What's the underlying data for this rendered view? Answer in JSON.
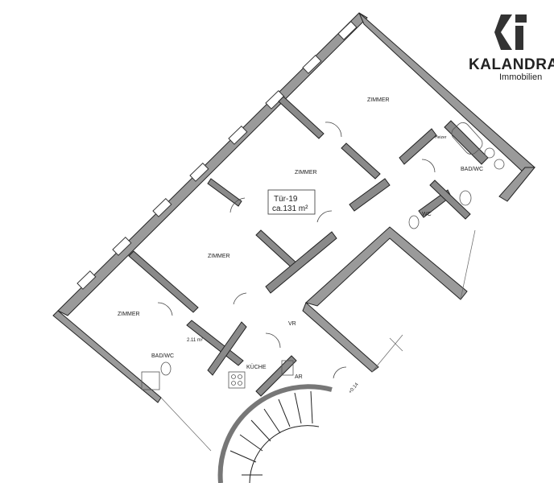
{
  "brand": {
    "name": "KALANDRA",
    "sub": "Immobilien"
  },
  "unit": {
    "door": "Tür-19",
    "area": "ca.131 m²"
  },
  "rooms": [
    {
      "name": "ZIMMER"
    },
    {
      "name": "ZIMMER"
    },
    {
      "name": "ZIMMER"
    },
    {
      "name": "ZIMMER"
    },
    {
      "name": "BAD/WC"
    },
    {
      "name": "BAD/WC"
    },
    {
      "name": "WC"
    },
    {
      "name": "KÜCHE"
    },
    {
      "name": "VR"
    },
    {
      "name": "AR"
    },
    {
      "name": "Heizer"
    }
  ],
  "small_area": "2.11 m²",
  "stair_tag": "+0.14",
  "colors": {
    "wall": "#7a7a7a",
    "wall_stroke": "#222222",
    "line": "#333333",
    "fixture": "#555555"
  }
}
